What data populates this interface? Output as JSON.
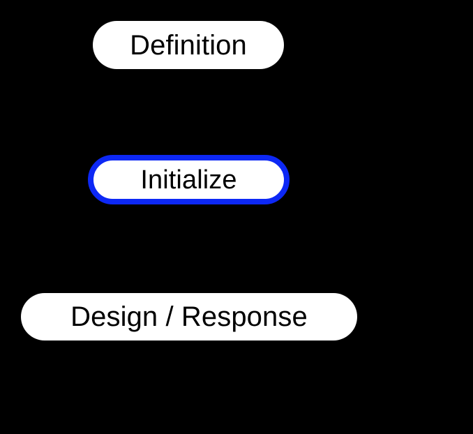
{
  "diagram": {
    "background_color": "#000000",
    "node_fill_color": "#ffffff",
    "node_text_color": "#000000",
    "highlight_color": "#0d28f5",
    "nodes": [
      {
        "id": "definition",
        "label": "Definition",
        "shape": "rounded-rectangle",
        "highlighted": false
      },
      {
        "id": "initialize",
        "label": "Initialize",
        "shape": "rounded-rectangle",
        "highlighted": true
      },
      {
        "id": "design-response",
        "label": "Design / Response",
        "shape": "rounded-rectangle",
        "highlighted": false
      }
    ]
  }
}
